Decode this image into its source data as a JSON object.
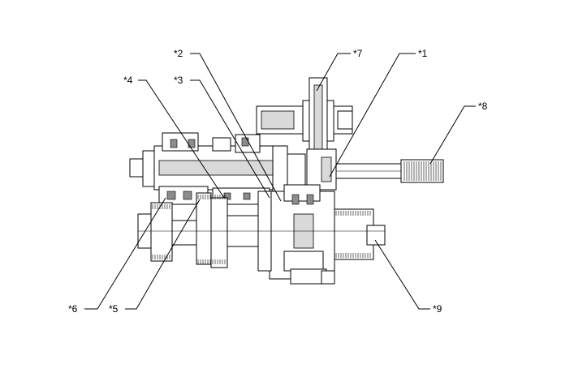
{
  "diagram": {
    "callouts": [
      {
        "id": "c1",
        "label": "*1"
      },
      {
        "id": "c2",
        "label": "*2"
      },
      {
        "id": "c3",
        "label": "*3"
      },
      {
        "id": "c4",
        "label": "*4"
      },
      {
        "id": "c5",
        "label": "*5"
      },
      {
        "id": "c6",
        "label": "*6"
      },
      {
        "id": "c7",
        "label": "*7"
      },
      {
        "id": "c8",
        "label": "*8"
      },
      {
        "id": "c9",
        "label": "*9"
      }
    ]
  }
}
